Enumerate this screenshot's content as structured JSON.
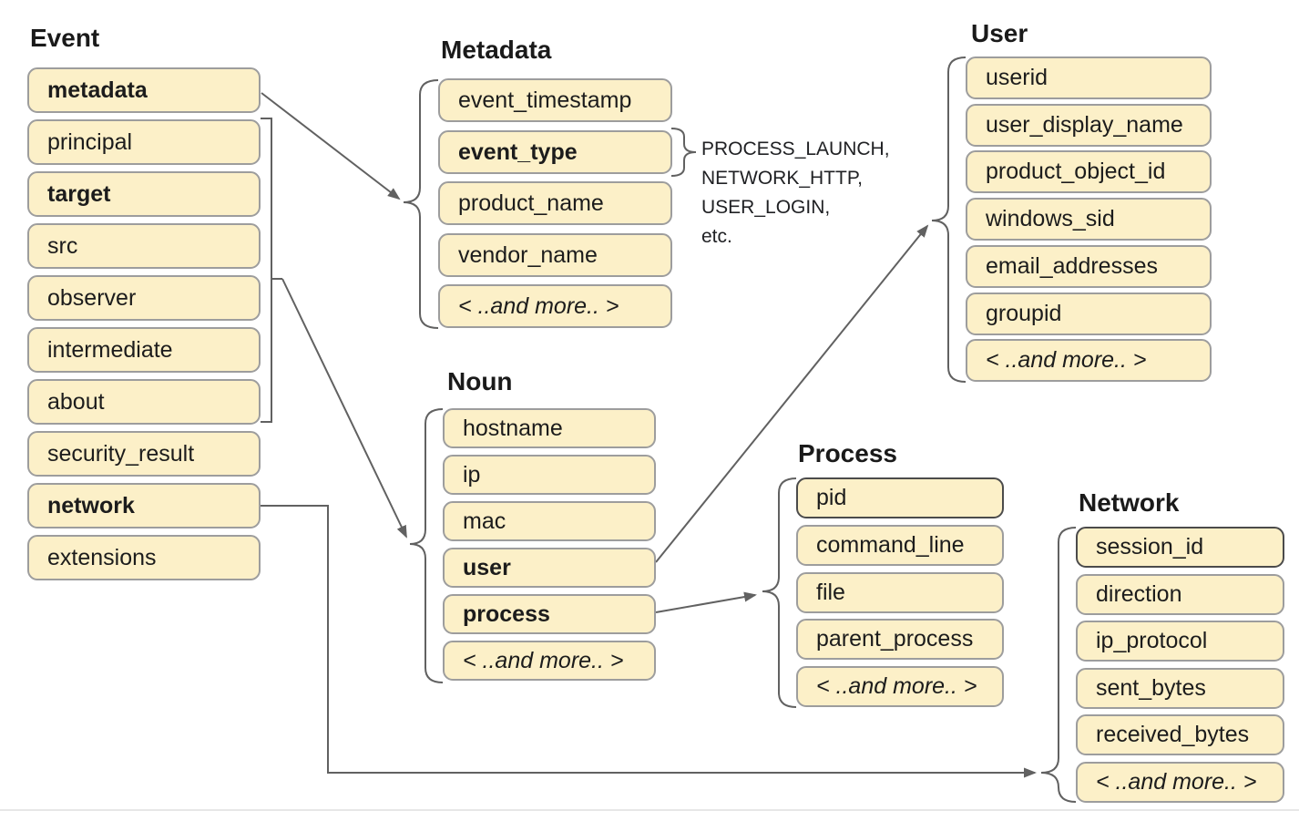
{
  "title": "UDM event schema diagram",
  "colors": {
    "background": "#ffffff",
    "box_fill": "#fcf0c8",
    "box_border": "#9d9d9d",
    "box_border_dark": "#4b4b4b",
    "connector": "#616161",
    "text": "#1c1c1c"
  },
  "groups": [
    {
      "id": "event",
      "title": "Event",
      "items": [
        {
          "label": "metadata",
          "bold": true
        },
        {
          "label": "principal"
        },
        {
          "label": "target",
          "bold": true
        },
        {
          "label": "src"
        },
        {
          "label": "observer"
        },
        {
          "label": "intermediate"
        },
        {
          "label": "about"
        },
        {
          "label": "security_result"
        },
        {
          "label": "network",
          "bold": true
        },
        {
          "label": "extensions"
        }
      ]
    },
    {
      "id": "metadata",
      "title": "Metadata",
      "items": [
        {
          "label": "event_timestamp"
        },
        {
          "label": "event_type",
          "bold": true
        },
        {
          "label": "product_name"
        },
        {
          "label": "vendor_name"
        },
        {
          "label": "< ..and more.. >",
          "italic": true
        }
      ]
    },
    {
      "id": "noun",
      "title": "Noun",
      "items": [
        {
          "label": "hostname"
        },
        {
          "label": "ip"
        },
        {
          "label": "mac"
        },
        {
          "label": "user",
          "bold": true
        },
        {
          "label": "process",
          "bold": true
        },
        {
          "label": "< ..and more.. >",
          "italic": true
        }
      ]
    },
    {
      "id": "user",
      "title": "User",
      "items": [
        {
          "label": "userid"
        },
        {
          "label": "user_display_name"
        },
        {
          "label": "product_object_id"
        },
        {
          "label": "windows_sid"
        },
        {
          "label": "email_addresses"
        },
        {
          "label": "groupid"
        },
        {
          "label": "< ..and more.. >",
          "italic": true
        }
      ]
    },
    {
      "id": "process",
      "title": "Process",
      "items": [
        {
          "label": "pid",
          "dark": true
        },
        {
          "label": "command_line"
        },
        {
          "label": "file"
        },
        {
          "label": "parent_process"
        },
        {
          "label": "< ..and more.. >",
          "italic": true
        }
      ]
    },
    {
      "id": "network",
      "title": "Network",
      "items": [
        {
          "label": "session_id",
          "dark": true
        },
        {
          "label": "direction"
        },
        {
          "label": "ip_protocol"
        },
        {
          "label": "sent_bytes"
        },
        {
          "label": "received_bytes"
        },
        {
          "label": "< ..and more.. >",
          "italic": true
        }
      ]
    }
  ],
  "annotation": {
    "lines": [
      "PROCESS_LAUNCH,",
      "NETWORK_HTTP,",
      "USER_LOGIN,",
      "etc."
    ]
  },
  "edges": [
    {
      "from": "event.metadata",
      "to": "group.metadata"
    },
    {
      "from": "event.principal-to-about",
      "to": "group.noun"
    },
    {
      "from": "noun.user",
      "to": "group.user"
    },
    {
      "from": "noun.process",
      "to": "group.process"
    },
    {
      "from": "event.network",
      "to": "group.network"
    },
    {
      "from": "metadata.event_type",
      "to": "annotation.event-types"
    }
  ]
}
